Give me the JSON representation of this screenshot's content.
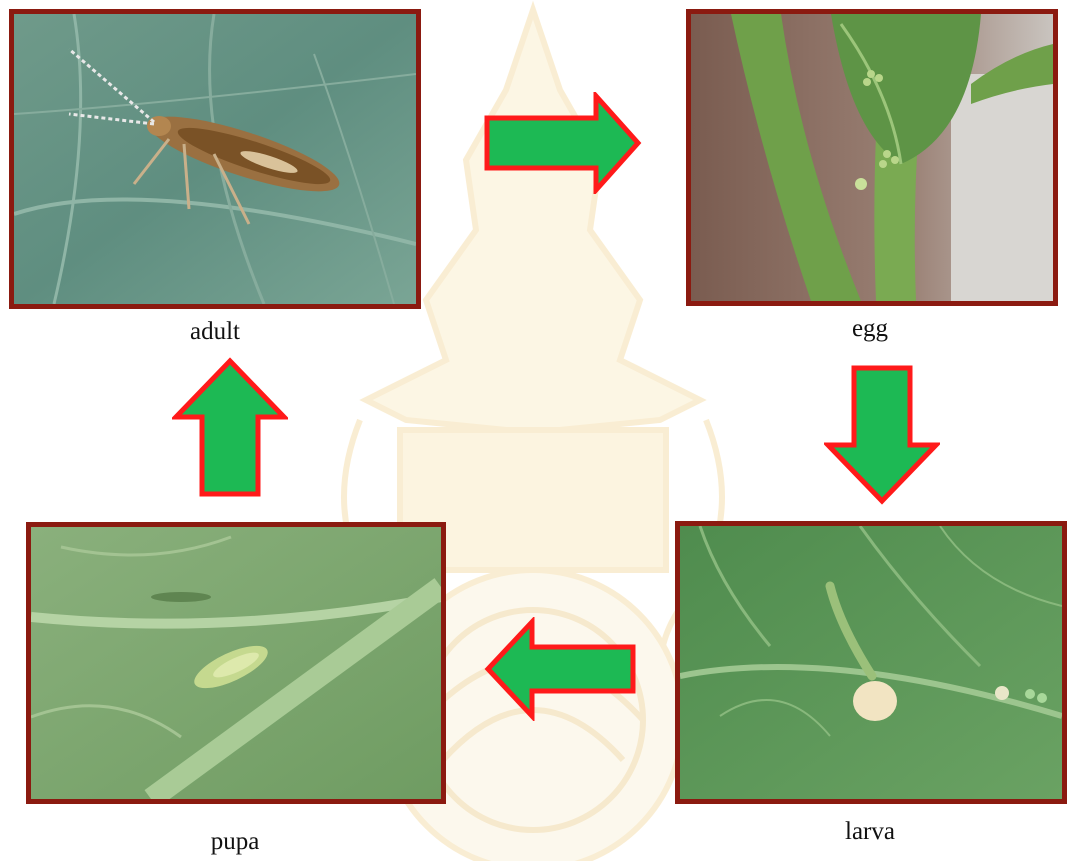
{
  "stages": {
    "adult": {
      "label": "adult"
    },
    "egg": {
      "label": "egg"
    },
    "larva": {
      "label": "larva"
    },
    "pupa": {
      "label": "pupa"
    }
  },
  "colors": {
    "frame": "#8b1a10",
    "arrow_fill": "#1db954",
    "arrow_outline": "#ff1a1a",
    "watermark": "#e8b23a"
  },
  "icons": {
    "arrow_adult_to_egg": "arrow-right-icon",
    "arrow_egg_to_larva": "arrow-down-icon",
    "arrow_larva_to_pupa": "arrow-left-icon",
    "arrow_pupa_to_adult": "arrow-up-icon",
    "watermark": "university-seal-icon"
  }
}
